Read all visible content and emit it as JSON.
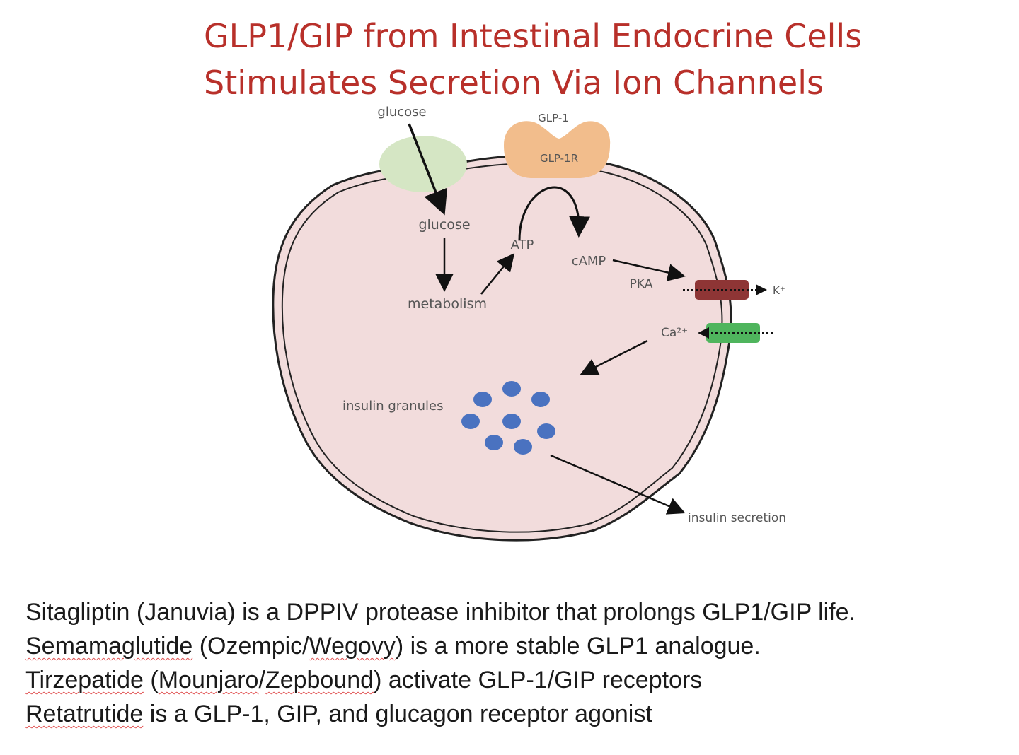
{
  "title": {
    "line1": "GLP1/GIP from Intestinal Endocrine Cells",
    "line2": "Stimulates Secretion Via Ion Channels"
  },
  "diagram": {
    "glucose_outside": "glucose",
    "glucose_inside": "glucose",
    "metabolism": "metabolism",
    "atp": "ATP",
    "camp": "cAMP",
    "pka": "PKA",
    "glp1": "GLP-1",
    "glp1r": "GLP-1R",
    "k_ion": "K⁺",
    "ca_ion": "Ca²⁺",
    "insulin_granules": "insulin granules",
    "insulin_secretion": "insulin secretion"
  },
  "colors": {
    "title": "#b8302a",
    "cell": "#f2dcdc",
    "glucose_transporter": "#d5e6c4",
    "receptor": "#f2bd8c",
    "k_channel": "#8e3535",
    "ca_channel": "#4fb55d",
    "granule": "#4a72c0"
  },
  "notes": {
    "line1": "Sitagliptin (Januvia) is a DPPIV protease inhibitor that prolongs GLP1/GIP life.",
    "line2_drug": "Semamaglutide",
    "line2_mid": " (Ozempic/",
    "line2_brand": "Wegovy",
    "line2_rest": ") is a more stable GLP1 analogue.",
    "line3_drug": "Tirzepatide",
    "line3_mid1": " (",
    "line3_brand1": "Mounjaro",
    "line3_mid2": "/",
    "line3_brand2": "Zepbound",
    "line3_rest": ") activate GLP-1/GIP receptors",
    "line4_drug": "Retatrutide",
    "line4_rest": " is a GLP-1, GIP, and glucagon receptor agonist"
  }
}
